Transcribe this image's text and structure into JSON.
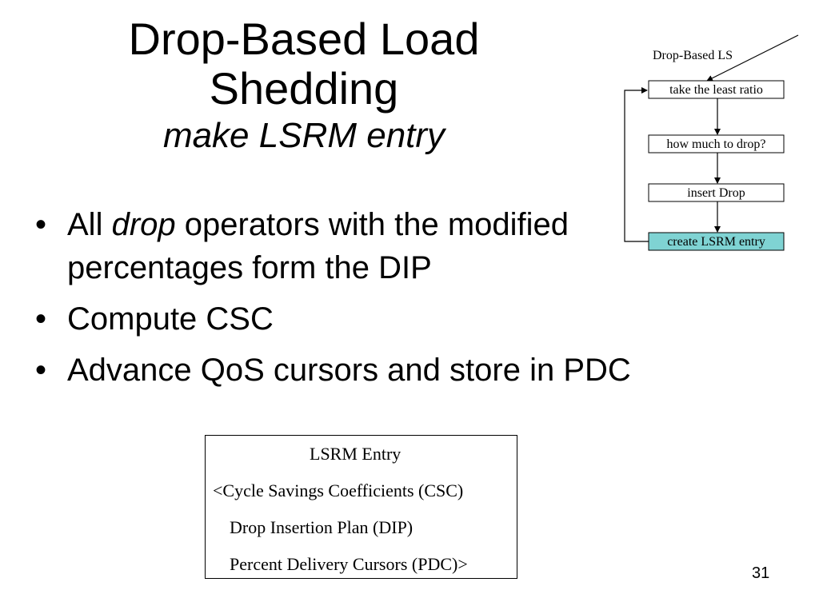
{
  "slide": {
    "title": "Drop-Based Load Shedding",
    "subtitle": "make LSRM entry",
    "page_number": "31"
  },
  "bullets": [
    {
      "prefix": "All ",
      "emphasis": "drop",
      "rest": " operators with the modified percentages form the DIP"
    },
    {
      "text": "Compute CSC"
    },
    {
      "text": "Advance QoS cursors and store in PDC"
    }
  ],
  "flowchart": {
    "entry_label": "Drop-Based LS",
    "steps": [
      "take the least ratio",
      "how much to drop?",
      "insert Drop",
      "create LSRM entry"
    ],
    "highlight_color": "#7fd3d3"
  },
  "lsrm_entry": {
    "title": "LSRM Entry",
    "lines": [
      "<Cycle Savings Coefficients (CSC)",
      "Drop Insertion Plan (DIP)",
      "Percent Delivery Cursors (PDC)>"
    ]
  }
}
